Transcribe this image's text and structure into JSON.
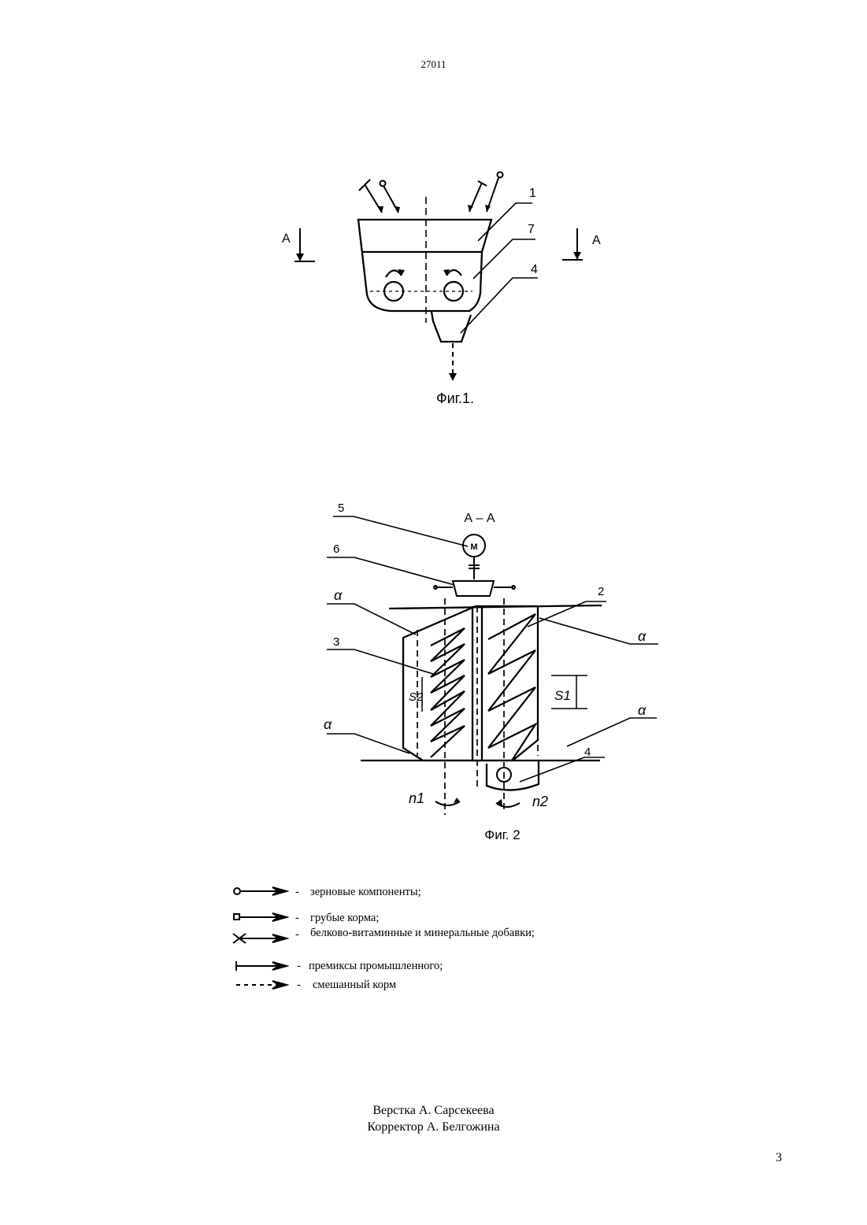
{
  "header": {
    "doc_number": "27011"
  },
  "figure1": {
    "caption": "Фиг.1.",
    "section_marker_left": "А",
    "section_marker_right": "А",
    "callouts": [
      "1",
      "7",
      "4"
    ]
  },
  "figure2": {
    "caption": "Фиг. 2",
    "section_title": "А – А",
    "motor_label": "М",
    "callouts": [
      "5",
      "6",
      "2",
      "3",
      "4"
    ],
    "angle_label": "α",
    "pitch_labels": [
      "S2",
      "S1"
    ],
    "speed_labels": [
      "n1",
      "n2"
    ]
  },
  "legend": {
    "items": [
      {
        "symbol": "circle-arrow-icon",
        "dash": "-",
        "text": "зерновые компоненты;"
      },
      {
        "symbol": "square-arrow-icon",
        "dash": "-",
        "text": "грубые корма;"
      },
      {
        "symbol": "cross-arrow-icon",
        "dash": "-",
        "text": "белково-витаминные и минеральные добавки;"
      },
      {
        "symbol": "bar-arrow-icon",
        "dash": "-",
        "text": "премиксы промышленного;"
      },
      {
        "symbol": "dashed-arrow-icon",
        "dash": "-",
        "text": "смешанный корм"
      }
    ]
  },
  "credits": {
    "layout": "Верстка А. Сарсекеева",
    "corrector": "Корректор А. Белгожина"
  },
  "footer": {
    "page_number": "3"
  }
}
